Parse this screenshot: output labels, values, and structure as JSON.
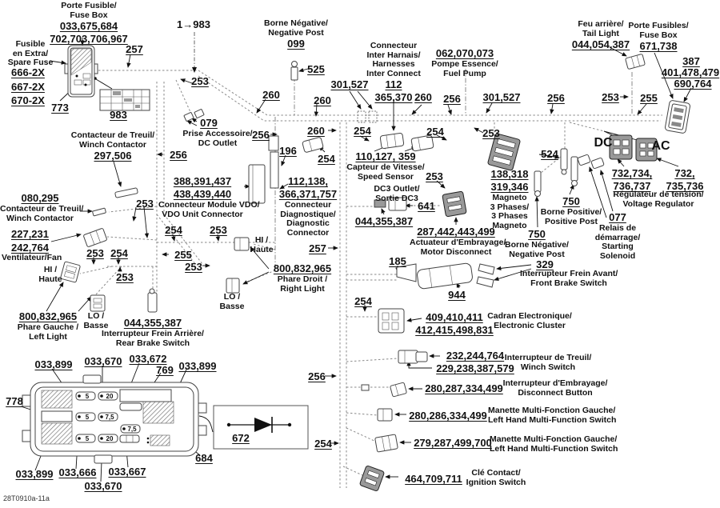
{
  "doc": {
    "code": "28T0910a-11a"
  },
  "colors": {
    "ink": "#111111",
    "harness_line": "#8a8a8a",
    "leader": "#111111"
  },
  "t": {
    "tl_fusebox_1": "Porte Fusible/",
    "tl_fusebox_2": "Fuse Box",
    "tl_fusebox_pn1": "033,675,684",
    "tl_fusebox_pn2": "702,703,706,967",
    "spare_1": "Fusible",
    "spare_2": "en Extra/",
    "spare_3": "Spare Fuse",
    "spare_pn1": "666-2X",
    "spare_pn2": "667-2X",
    "spare_pn3": "670-2X",
    "pn_773": "773",
    "pn_983": "983",
    "pn_1983": "1→983",
    "pn_253": "253",
    "pn_254": "254",
    "pn_255": "255",
    "pn_256": "256",
    "pn_257": "257",
    "pn_260": "260",
    "pn_079": "079",
    "dcout_1": "Prise Accessoire/",
    "dcout_2": "DC Outlet",
    "winchc1_1": "Contacteur de Treuil/",
    "winchc1_2": "Winch Contactor",
    "winchc1_pn": "297,506",
    "pn_080295": "080,295",
    "fan_pn1": "227,231",
    "fan_pn2": "242,764",
    "fan_name": "Ventilateur/Fan",
    "hi_1": "HI /",
    "hi_2": "Haute",
    "lo_1": "LO /",
    "lo_2": "Basse",
    "pn_800": "800,832,965",
    "left_light_1": "Phare Gauche /",
    "left_light_2": "Left Light",
    "right_light_1": "Phare Droit /",
    "right_light_2": "Right Light",
    "pn_044355387": "044,355,387",
    "rear_brake_1": "Interrupteur Frein Arrière/",
    "rear_brake_2": "Rear Brake Switch",
    "vdo_pn1": "388,391,437",
    "vdo_pn2": "438,439,440",
    "vdo_1": "Connecteur Module VDO/",
    "vdo_2": "VDO Unit Connector",
    "pn_196": "196",
    "diag_pn1": "112,138,",
    "diag_pn2": "366,371,757",
    "diag_1": "Connecteur",
    "diag_2": "Diagnostique/",
    "diag_3": "Diagnostic",
    "diag_4": "Connector",
    "negpost_1": "Borne Négative/",
    "negpost_2": "Negative Post",
    "pn_099": "099",
    "pn_525": "525",
    "pn_301527": "301,527",
    "ih_1": "Connecteur",
    "ih_2": "Inter Harnais/",
    "ih_3": "Harnesses",
    "ih_4": "Inter Connect",
    "pn_112": "112",
    "pn_365370": "365,370",
    "fuel_pn": "062,070,073",
    "fuel_1": "Pompe Essence/",
    "fuel_2": "Fuel Pump",
    "speed_pn": "110,127, 359",
    "speed_1": "Capteur de Vitesse/",
    "speed_2": "Speed Sensor",
    "tail_1": "Feu arrière/",
    "tail_2": "Tail Light",
    "tail_pn": "044,054,387",
    "tr_fusebox_1": "Porte Fusibles/",
    "tr_fusebox_2": "Fuse Box",
    "tr_fusebox_pn": "671,738",
    "pn_387": "387",
    "pn_401": "401,478,479",
    "pn_690": "690,764",
    "dc": "DC",
    "ac": "AC",
    "vreg_pn1a": "732,734,",
    "vreg_pn1b": "736,737",
    "vreg_pn2a": "732,",
    "vreg_pn2b": "735,736",
    "vreg_1": "Régulateur de tension/",
    "vreg_2": "Voltage Regulator",
    "pn_524": "524",
    "mag_pn1": "138,318",
    "mag_pn2": "319,346",
    "mag_1": "Magneto",
    "mag_2": "3 Phases/",
    "mag_3": "3 Phases",
    "mag_4": "Magneto",
    "pn_750": "750",
    "pos_1": "Borne Positive/",
    "pos_2": "Positive Post",
    "pn_077": "077",
    "sol_1": "Relais de",
    "sol_2": "démarrage/",
    "sol_3": "Starting",
    "sol_4": "Solenoid",
    "act_pn": "287,442,443,499",
    "act_1": "Actuateur d'Embrayage/",
    "act_2": "Motor Disconnect",
    "pn_185": "185",
    "pn_944": "944",
    "pn_329": "329",
    "fbrake_1": "Interrupteur Frein Avant/",
    "fbrake_2": "Front Brake Switch",
    "cluster_pn1": "409,410,411",
    "cluster_pn2": "412,415,498,831",
    "cluster_1": "Cadran Electronique/",
    "cluster_2": "Electronic Cluster",
    "dc3_1": "DC3 Outlet/",
    "dc3_2": "Sortie DC3",
    "pn_641": "641",
    "ws_pn1": "232,244,764",
    "ws_pn2": "229,238,387,579",
    "ws_1": "Interrupteur de Treuil/",
    "ws_2": "Winch Switch",
    "db_pn": "280,287,334,499",
    "db_1": "Interrupteur d'Embrayage/",
    "db_2": "Disconnect Button",
    "lh1_pn": "280,286,334,499",
    "lh2_pn": "279,287,499,700",
    "lh_1": "Manette Multi-Fonction Gauche/",
    "lh_2": "Left Hand Multi-Function Switch",
    "ign_pn": "464,709,711",
    "ign_1": "Clé Contact/",
    "ign_2": "Ignition Switch",
    "pn_033899": "033,899",
    "pn_033670": "033,670",
    "pn_033672": "033,672",
    "pn_769": "769",
    "pn_778": "778",
    "pn_033666": "033,666",
    "pn_033667": "033,667",
    "pn_684": "684",
    "pn_672": "672",
    "f5": "5",
    "f20": "20",
    "f75": "7,5",
    "code": "28T0910a-11a"
  }
}
